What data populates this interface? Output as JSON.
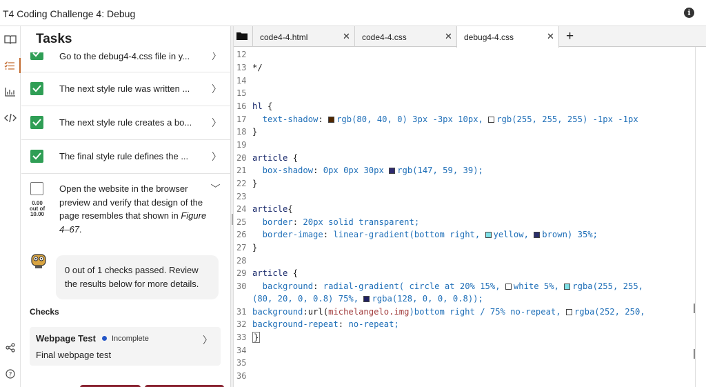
{
  "window": {
    "title": "T4 Coding Challenge 4: Debug",
    "info_icon": "info-icon"
  },
  "rail": [
    "book-icon",
    "task-list-icon",
    "chart-icon",
    "code-icon",
    "share-icon",
    "help-icon"
  ],
  "tasks": {
    "heading": "Tasks",
    "items": [
      {
        "label": "Go to the debug4-4.css file in y...",
        "checked": true
      },
      {
        "label": "The next style rule was written ...",
        "checked": true
      },
      {
        "label": "The next style rule creates a bo...",
        "checked": true
      },
      {
        "label": "The final style rule defines the ...",
        "checked": true
      }
    ],
    "open_task": {
      "line1": "Open the website in the browser preview and verify that design of the page resembles that shown in ",
      "figure": "Figure 4–67",
      "end": ".",
      "checked": false,
      "score_value": "0.00",
      "score_outof": "out of",
      "score_total": "10.00"
    },
    "feedback": "0 out of 1 checks passed. Review the results below for more details.",
    "checks_label": "Checks",
    "check": {
      "name": "Webpage Test",
      "status": "Incomplete",
      "status_color": "#2456c7",
      "description": "Final webpage test"
    }
  },
  "editor": {
    "tabs": [
      {
        "label": "code4-4.html",
        "active": false
      },
      {
        "label": "code4-4.css",
        "active": false
      },
      {
        "label": "debug4-4.css",
        "active": true
      }
    ],
    "close_glyph": "✕",
    "add_glyph": "+",
    "line_numbers": [
      "12",
      "13",
      "14",
      "15",
      "16",
      "17",
      "18",
      "19",
      "20",
      "21",
      "22",
      "23",
      "24",
      "25",
      "26",
      "27",
      "28",
      "29",
      "30",
      "",
      "31",
      "32",
      "33",
      "34",
      "35",
      "36"
    ],
    "swatch_colors": {
      "rgb_80_40_0": "#502800",
      "white": "#ffffff",
      "purple_dark": "#2f2b6f",
      "yellow": "#7fe0e6",
      "brown": "#2a2f6a",
      "cyan_box": "#7fe0e6",
      "red_dark": "#202060"
    },
    "code": {
      "l13": "*/",
      "l16a": "hl",
      "l16b": " {",
      "l17a": "  text-shadow",
      "l17b": ": ",
      "l17c": "rgb(80, 40, 0) 3px -3px 10px, ",
      "l17d": "rgb(255, 255, 255) -1px -1px",
      "l18": "}",
      "l20a": "article",
      "l20b": " {",
      "l21a": "  box-shadow",
      "l21b": ": ",
      "l21c": "0px 0px 30px ",
      "l21d": "rgb(147, 59, 39);",
      "l22": "}",
      "l24a": "article",
      "l24b": "{",
      "l25a": "  border",
      "l25b": ": ",
      "l25c": "20px solid transparent;",
      "l26a": "  border-image",
      "l26b": ": ",
      "l26c": "linear-gradient(bottom right, ",
      "l26d": "yellow, ",
      "l26e": "brown) 35%;",
      "l27": "}",
      "l29a": "article",
      "l29b": " {",
      "l30a": "  background",
      "l30b": ": ",
      "l30c": "radial-gradient( circle at 20% 15%, ",
      "l30d": "white 5%, ",
      "l30e": "rgba(255, 255,",
      "l30f": "(80, 20, 0, 0.8) 75%, ",
      "l30g": "rgba(128, 0, 0, 0.8));",
      "l31a": "background",
      "l31b": ":url(",
      "l31c": "michelangelo.img",
      "l31d": ")bottom right / 75% no-repeat, ",
      "l31e": "rgba(252, 250,",
      "l32a": "background-repeat",
      "l32b": ": ",
      "l32c": "no-repeat;",
      "l33": "}"
    }
  }
}
